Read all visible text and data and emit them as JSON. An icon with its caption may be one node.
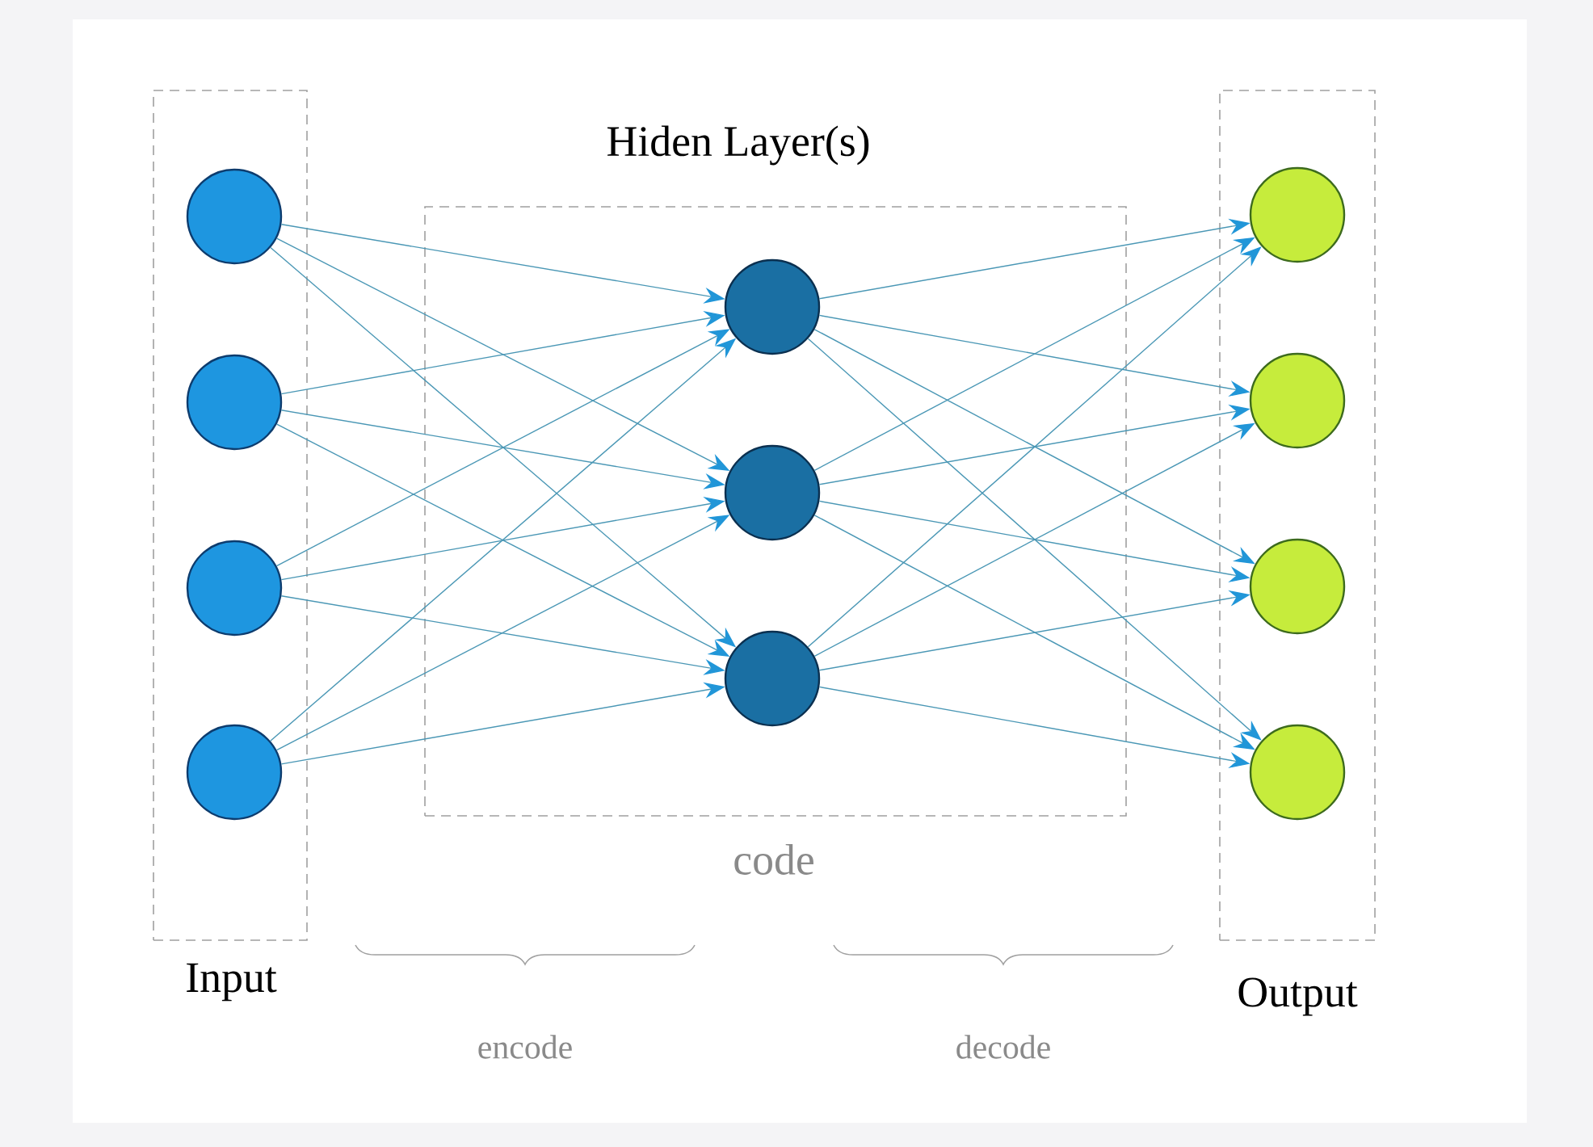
{
  "diagram": {
    "nodes": [
      {
        "text": [
          "Input"
        ]
      },
      {
        "text": [],
        "shape": "circle",
        "in": 0
      },
      {
        "text": [],
        "shape": "circle",
        "in": 0
      },
      {
        "text": [],
        "shape": "circle",
        "in": 0
      },
      {
        "text": [],
        "shape": "circle",
        "in": 0
      },
      {
        "text": [
          "Hiden Layer(s)",
          "code"
        ]
      },
      {
        "text": [],
        "shape": "circle",
        "in": 5
      },
      {
        "text": [],
        "shape": "circle",
        "in": 5
      },
      {
        "text": [],
        "shape": "circle",
        "in": 5
      },
      {
        "text": [
          "Output"
        ]
      },
      {
        "text": [],
        "shape": "circle",
        "in": 9
      },
      {
        "text": [],
        "shape": "circle",
        "in": 9
      },
      {
        "text": [],
        "shape": "circle",
        "in": 9
      },
      {
        "text": [],
        "shape": "circle",
        "in": 9
      }
    ],
    "edges": [
      {
        "from": 1,
        "to": 6,
        "arrow": "to"
      },
      {
        "from": 1,
        "to": 7,
        "arrow": "to"
      },
      {
        "from": 1,
        "to": 8,
        "arrow": "to"
      },
      {
        "from": 2,
        "to": 6,
        "arrow": "to"
      },
      {
        "from": 2,
        "to": 7,
        "arrow": "to"
      },
      {
        "from": 2,
        "to": 8,
        "arrow": "to"
      },
      {
        "from": 3,
        "to": 6,
        "arrow": "to"
      },
      {
        "from": 3,
        "to": 7,
        "arrow": "to"
      },
      {
        "from": 3,
        "to": 8,
        "arrow": "to"
      },
      {
        "from": 4,
        "to": 6,
        "arrow": "to"
      },
      {
        "from": 4,
        "to": 7,
        "arrow": "to"
      },
      {
        "from": 4,
        "to": 8,
        "arrow": "to"
      },
      {
        "from": 6,
        "to": 10,
        "arrow": "to"
      },
      {
        "from": 6,
        "to": 11,
        "arrow": "to"
      },
      {
        "from": 6,
        "to": 12,
        "arrow": "to"
      },
      {
        "from": 6,
        "to": 13,
        "arrow": "to"
      },
      {
        "from": 7,
        "to": 10,
        "arrow": "to"
      },
      {
        "from": 7,
        "to": 11,
        "arrow": "to"
      },
      {
        "from": 7,
        "to": 12,
        "arrow": "to"
      },
      {
        "from": 7,
        "to": 13,
        "arrow": "to"
      },
      {
        "from": 8,
        "to": 10,
        "arrow": "to"
      },
      {
        "from": 8,
        "to": 11,
        "arrow": "to"
      },
      {
        "from": 8,
        "to": 12,
        "arrow": "to"
      },
      {
        "from": 8,
        "to": 13,
        "arrow": "to"
      }
    ],
    "labels": [
      "encode",
      "decode"
    ]
  }
}
